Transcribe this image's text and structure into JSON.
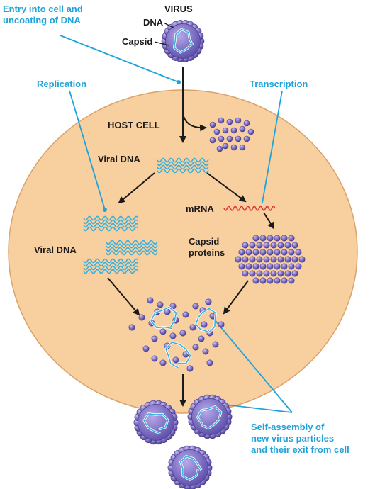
{
  "labels": {
    "entry_line1": "Entry into cell and",
    "entry_line2": "uncoating of DNA",
    "virus": "VIRUS",
    "dna": "DNA",
    "capsid": "Capsid",
    "replication": "Replication",
    "transcription": "Transcription",
    "host_cell": "HOST CELL",
    "viral_dna_top": "Viral DNA",
    "mrna": "mRNA",
    "viral_dna_left": "Viral DNA",
    "capsid_proteins_line1": "Capsid",
    "capsid_proteins_line2": "proteins",
    "self_assembly_line1": "Self-assembly of",
    "self_assembly_line2": "new virus particles",
    "self_assembly_line3": "and their exit from cell"
  },
  "colors": {
    "cell_fill": "#f8cf9e",
    "cell_stroke": "#d9a36b",
    "label_blue": "#1fa3d9",
    "dna_blue": "#39b0de",
    "mrna_red": "#e23a3a",
    "capsid_purple": "#8677c6",
    "text_dark": "#1a1a1a"
  }
}
